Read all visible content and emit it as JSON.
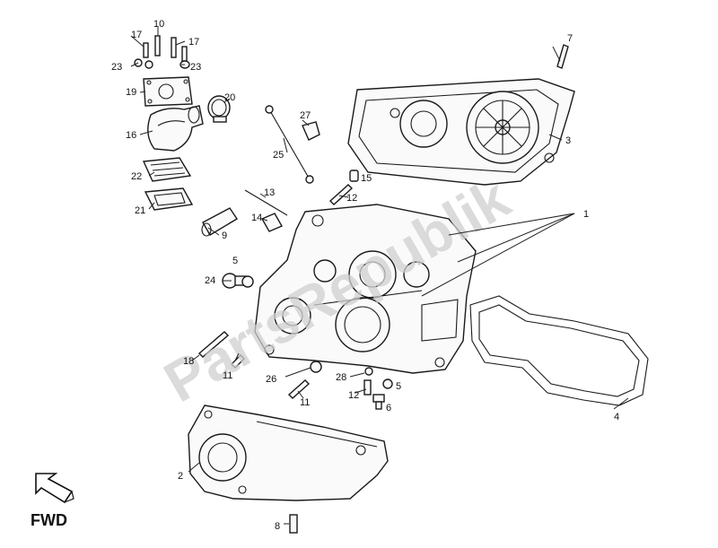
{
  "watermark": "PartsRepublik",
  "direction_label": "FWD",
  "callouts": {
    "c1": "1",
    "c2": "2",
    "c3": "3",
    "c4": "4",
    "c5a": "5",
    "c5b": "5",
    "c6": "6",
    "c7": "7",
    "c8": "8",
    "c9": "9",
    "c10": "10",
    "c11a": "11",
    "c11b": "11",
    "c12a": "12",
    "c12b": "12",
    "c13": "13",
    "c14": "14",
    "c15": "15",
    "c16": "16",
    "c17a": "17",
    "c17b": "17",
    "c18": "18",
    "c19": "19",
    "c20": "20",
    "c21": "21",
    "c22": "22",
    "c23a": "23",
    "c23b": "23",
    "c24": "24",
    "c25": "25",
    "c26": "26",
    "c27": "27",
    "c28": "28"
  }
}
